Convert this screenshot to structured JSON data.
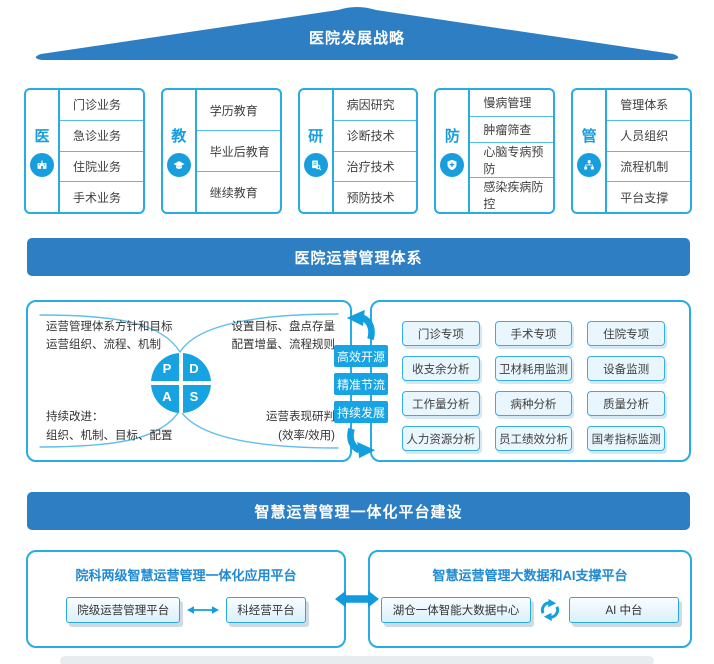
{
  "strategy_banner": {
    "label": "医院发展战略"
  },
  "pillars": [
    {
      "char": "医",
      "icon": "hospital-icon",
      "items": [
        "门诊业务",
        "急诊业务",
        "住院业务",
        "手术业务"
      ]
    },
    {
      "char": "教",
      "icon": "graduation-cap-icon",
      "items": [
        "学历教育",
        "毕业后教育",
        "继续教育"
      ]
    },
    {
      "char": "研",
      "icon": "research-icon",
      "items": [
        "病因研究",
        "诊断技术",
        "治疗技术",
        "预防技术"
      ]
    },
    {
      "char": "防",
      "icon": "shield-icon",
      "items": [
        "慢病管理",
        "肿瘤筛查",
        "心脑专病预防",
        "感染疾病防控"
      ]
    },
    {
      "char": "管",
      "icon": "org-chart-icon",
      "items": [
        "管理体系",
        "人员组织",
        "流程机制",
        "平台支撑"
      ]
    }
  ],
  "operation_banner": {
    "label": "医院运营管理体系"
  },
  "pdca": {
    "top_left_line1": "运营管理体系方针和目标",
    "top_left_line2": "运营组织、流程、机制",
    "top_right_line1": "设置目标、盘点存量",
    "top_right_line2": "配置增量、流程规则",
    "bottom_left_line1": "持续改进：",
    "bottom_left_line2": "组织、机制、目标、配置",
    "bottom_right_line1": "运营表现研判",
    "bottom_right_line2": "(效率/效用)",
    "quadrants": {
      "p": "P",
      "d": "D",
      "a": "A",
      "s": "S"
    }
  },
  "flow_labels": [
    "高效开源",
    "精准节流",
    "持续发展"
  ],
  "analysis_grid": {
    "rows": [
      [
        "门诊专项",
        "手术专项",
        "住院专项"
      ],
      [
        "收支余分析",
        "卫材耗用监测",
        "设备监测"
      ],
      [
        "工作量分析",
        "病种分析",
        "质量分析"
      ],
      [
        "人力资源分析",
        "员工绩效分析",
        "国考指标监测"
      ]
    ]
  },
  "platform_banner": {
    "label": "智慧运营管理一体化平台建设"
  },
  "app_platform": {
    "title": "院科两级智慧运营管理一体化应用平台",
    "node1": "院级运营管理平台",
    "node2": "科经营平台"
  },
  "data_platform": {
    "title": "智慧运营管理大数据和AI支撑平台",
    "node1": "湖仓一体智能大数据中心",
    "node2": "AI 中台"
  },
  "colors": {
    "banner_blue": "#2d7ec3",
    "accent_cyan": "#29abe3",
    "icon_cyan": "#189edd",
    "pill_cyan": "#17a4e4",
    "item_fill": "#e9f6fd",
    "text_dark": "#3f3f3f",
    "title_blue": "#2089d2"
  }
}
